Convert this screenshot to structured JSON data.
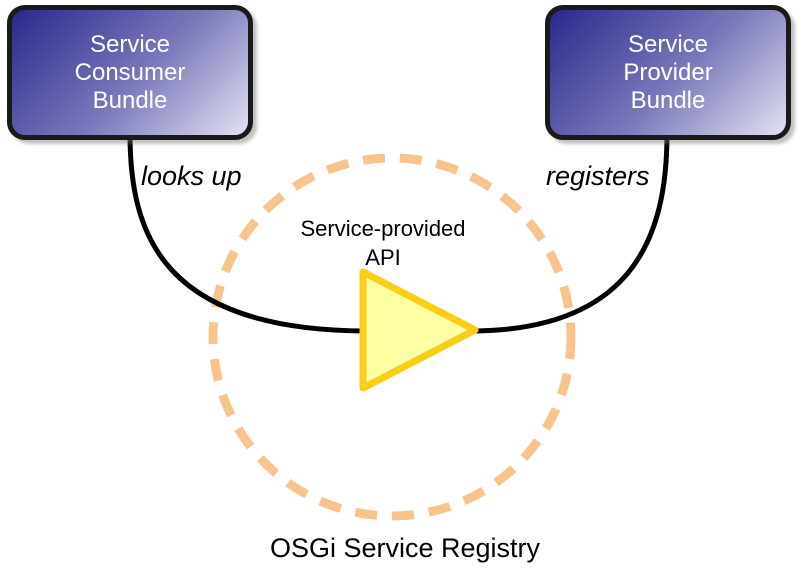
{
  "boxes": {
    "consumer": {
      "label": "Service\nConsumer\nBundle"
    },
    "provider": {
      "label": "Service\nProvider\nBundle"
    }
  },
  "connections": {
    "looks_up_label": "looks up",
    "registers_label": "registers"
  },
  "registry": {
    "api_label": "Service-provided\nAPI",
    "caption": "OSGi Service Registry"
  },
  "colors": {
    "background": "#ffffff",
    "box_gradient_start": "#29288b",
    "box_gradient_end": "#e2e2f3",
    "box_border": "#1a1a1a",
    "box_text": "#ffffff",
    "connector_line": "#000000",
    "dashed_circle": "#f8c48e",
    "triangle_fill": "#ffffa3",
    "triangle_stroke": "#f9ce16",
    "label_text": "#000000"
  }
}
